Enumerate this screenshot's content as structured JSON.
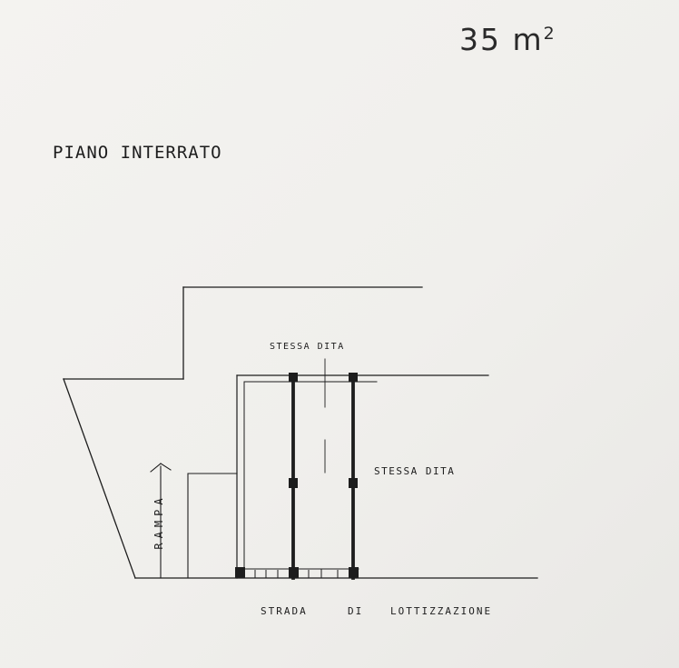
{
  "drawing": {
    "area": {
      "value": "35 m",
      "exponent": "2"
    },
    "floor_title": "PIANO INTERRATO",
    "neighbor_top": "STESSA DITA",
    "neighbor_right": "STESSA DITA",
    "ramp": "RAMPA",
    "road": {
      "word_1": "STRADA",
      "word_2": "DI",
      "word_3": "LOTTIZZAZIONE"
    },
    "ink_color": "#1d1d1d",
    "paper_color": "#f1f0ed"
  }
}
